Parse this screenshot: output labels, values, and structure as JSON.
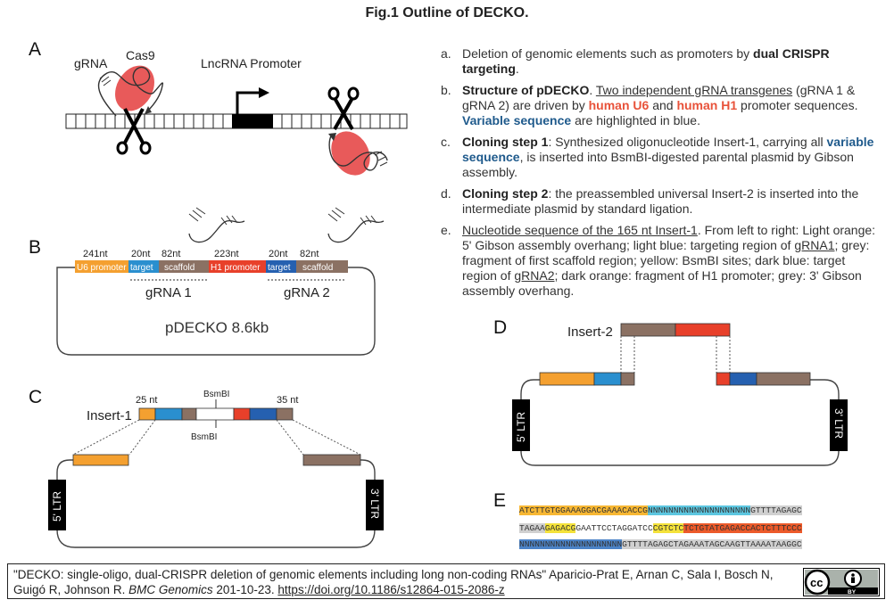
{
  "title": "Fig.1 Outline of DECKO.",
  "panels": {
    "A": "A",
    "B": "B",
    "C": "C",
    "D": "D",
    "E": "E"
  },
  "panelA": {
    "grna": "gRNA",
    "cas9": "Cas9",
    "promoter": "LncRNA Promoter"
  },
  "panelB": {
    "len_u6": "241nt",
    "len_t1": "20nt",
    "len_s1": "82nt",
    "len_h1": "223nt",
    "len_t2": "20nt",
    "len_s2": "82nt",
    "seg_u6": "U6 promoter",
    "seg_target": "target",
    "seg_scaffold": "scaffold",
    "seg_h1": "H1 promoter",
    "grna1": "gRNA 1",
    "grna2": "gRNA 2",
    "plasmid": "pDECKO 8.6kb"
  },
  "panelC": {
    "insert": "Insert-1",
    "len_left": "25 nt",
    "len_right": "35 nt",
    "bsmbi": "BsmBI",
    "ltr5": "5' LTR",
    "ltr3": "3' LTR"
  },
  "panelD": {
    "insert": "Insert-2",
    "ltr5": "5' LTR",
    "ltr3": "3' LTR"
  },
  "legend": {
    "a_letter": "a.",
    "a_text": "Deletion of genomic elements such as promoters by ",
    "a_bold": "dual CRISPR targeting",
    "a_end": ".",
    "b_letter": "b.",
    "b_bold": "Structure of pDECKO",
    "b_sep": ". ",
    "b_u": "Two independent gRNA transgenes",
    "b_t1": " (gRNA 1 & gRNA 2) are driven by ",
    "b_o1": "human U6",
    "b_t2": " and ",
    "b_o2": "human H1",
    "b_t3": " promoter sequences. ",
    "b_blue": "Variable sequence",
    "b_t4": " are highlighted in blue.",
    "c_letter": "c.",
    "c_bold": "Cloning step 1",
    "c_t1": ": Synthesized oligonucleotide Insert-1, carrying all ",
    "c_blue": "variable sequence",
    "c_t2": ", is inserted into BsmBI-digested parental plasmid by Gibson assembly.",
    "d_letter": "d.",
    "d_bold": "Cloning step 2",
    "d_t1": ": the preassembled universal Insert-2 is inserted into the intermediate plasmid by standard ligation.",
    "e_letter": "e.",
    "e_u": "Nucleotide sequence of the 165 nt Insert-1",
    "e_t1": ". From left to right: Light orange: 5' Gibson assembly overhang; light blue: targeting region of ",
    "e_u2": "gRNA1",
    "e_t2": "; grey: fragment of first scaffold region; yellow: BsmBI sites; dark blue: target region of ",
    "e_u3": "gRNA2",
    "e_t3": "; dark orange: fragment of H1 promoter; grey: 3' Gibson assembly overhang."
  },
  "sequence": {
    "line1": [
      {
        "text": "ATCTTGTGGAAAGGACGAAACACCG",
        "color": "#f7b733"
      },
      {
        "text": "NNNNNNNNNNNNNNNNNNNN",
        "color": "#5cc6e0"
      },
      {
        "text": "GTTTTAGAGC",
        "color": "#d0d0d0"
      }
    ],
    "line2": [
      {
        "text": "TAGAA",
        "color": "#d0d0d0"
      },
      {
        "text": "GAGACG",
        "color": "#f4e23a"
      },
      {
        "text": "GAATTCCTAGGATCC",
        "color": "#ffffff"
      },
      {
        "text": "CGTCTC",
        "color": "#f4e23a"
      },
      {
        "text": "TCTGTATGAGACCACTCTTTCCC",
        "color": "#ec5a2a"
      }
    ],
    "line3": [
      {
        "text": "NNNNNNNNNNNNNNNNNNNN",
        "color": "#4c83c7"
      },
      {
        "text": "GTTTTAGAGCTAGAAATAGCAAGTTAAAATAAGGC",
        "color": "#d0d0d0"
      }
    ]
  },
  "citation": {
    "t1": "\"DECKO: single-oligo, dual-CRISPR deletion of genomic elements including long non-coding RNAs\" Aparicio-Prat E, Arnan C, Sala I, Bosch N, Guigó R, Johnson R. ",
    "journal": "BMC Genomics",
    "t2": " 201-10-23. ",
    "link": "https://doi.org/10.1186/s12864-015-2086-z",
    "cc": "cc",
    "by": "BY"
  },
  "colors": {
    "u6_orange": "#f4a030",
    "target_lblue": "#2a8fcf",
    "scaffold_grey": "#8b7163",
    "h1_red": "#e8402a",
    "target_dblue": "#2560b0",
    "cas9_pink": "#e85a5a"
  }
}
